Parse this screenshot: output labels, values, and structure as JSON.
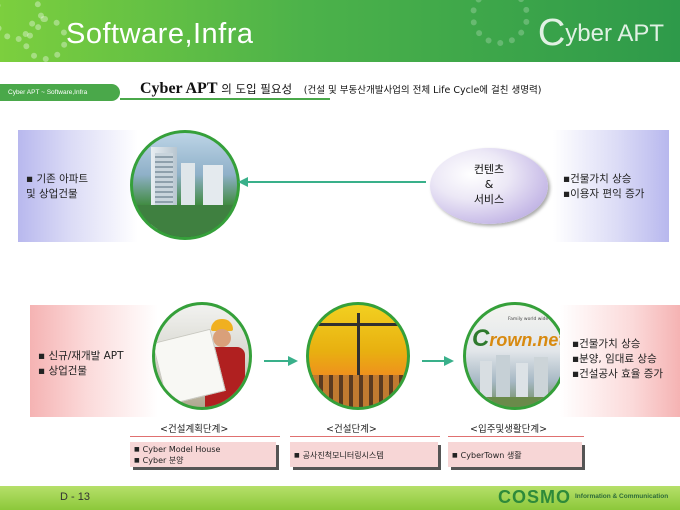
{
  "header": {
    "title": "Software,Infra",
    "brand_initial": "C",
    "brand_rest": "yber APT"
  },
  "subheader": {
    "tag": "Cyber APT ~ Software,Infra",
    "heading_en": "Cyber APT",
    "heading_kr": "의 도입 필요성",
    "heading_paren": "(건설 및 부동산개발사업의 전체 Life Cycle에 걸친 생명력)"
  },
  "top_row": {
    "left_items": [
      "▪ 기존 아파트",
      "및 상업건물"
    ],
    "center": {
      "line1": "컨텐츠",
      "line2": "&",
      "line3": "서비스"
    },
    "right_items": [
      "▪건물가치 상승",
      "▪이용자 편익 증가"
    ]
  },
  "bottom_row": {
    "left_items": [
      "▪ 신규/재개발 APT",
      "▪ 상업건물"
    ],
    "right_items": [
      "▪건물가치 상승",
      "▪분양, 임대료 상승",
      "▪건설공사 효율 증가"
    ],
    "town_logo_text": "rown.net",
    "town_logo_initial": "C",
    "town_logo_small": "Family world wide web"
  },
  "stages": [
    {
      "label": "<건설계획단계>",
      "items": [
        "Cyber Model House",
        "Cyber 분양"
      ]
    },
    {
      "label": "<건설단계>",
      "items": [
        "공사진척모니터링시스템"
      ]
    },
    {
      "label": "<입주및생활단계>",
      "items": [
        "CyberTown 생활"
      ]
    }
  ],
  "footer": {
    "page": "D -   13",
    "logo": "COSMO",
    "logo_sub": "Information & Communication"
  },
  "colors": {
    "header_green": "#4cb24a",
    "arrow_teal": "#39b08a",
    "box_pink": "#f7d6d6",
    "panel_blue": "#b8b8ee",
    "panel_pink": "#f5b3b3"
  }
}
